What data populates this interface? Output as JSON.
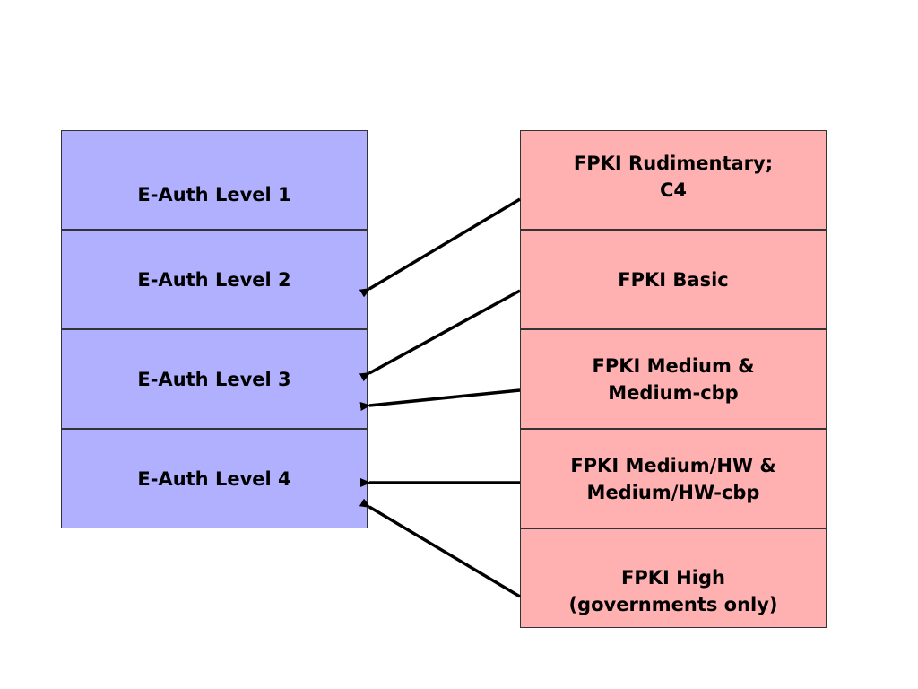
{
  "eauth_levels": [
    {
      "label": "E-Auth Level 1"
    },
    {
      "label": "E-Auth Level 2"
    },
    {
      "label": "E-Auth Level 3"
    },
    {
      "label": "E-Auth Level 4"
    }
  ],
  "fpki_levels": [
    {
      "label": "FPKI Rudimentary;\nC4"
    },
    {
      "label": "FPKI Basic"
    },
    {
      "label": "FPKI Medium &\nMedium-cbp"
    },
    {
      "label": "FPKI Medium/HW &\nMedium/HW-cbp"
    },
    {
      "label": "FPKI High\n(governments only)"
    }
  ],
  "mappings": [
    {
      "from": "FPKI Rudimentary; C4",
      "to": "E-Auth Level 2"
    },
    {
      "from": "FPKI Basic",
      "to": "E-Auth Level 3"
    },
    {
      "from": "FPKI Medium & Medium-cbp",
      "to": "E-Auth Level 3"
    },
    {
      "from": "FPKI Medium/HW & Medium/HW-cbp",
      "to": "E-Auth Level 4"
    },
    {
      "from": "FPKI High (governments only)",
      "to": "E-Auth Level 4"
    }
  ],
  "colors": {
    "eauth_fill": "#b0b0ff",
    "fpki_fill": "#ffb0b0",
    "arrow": "#000000"
  }
}
